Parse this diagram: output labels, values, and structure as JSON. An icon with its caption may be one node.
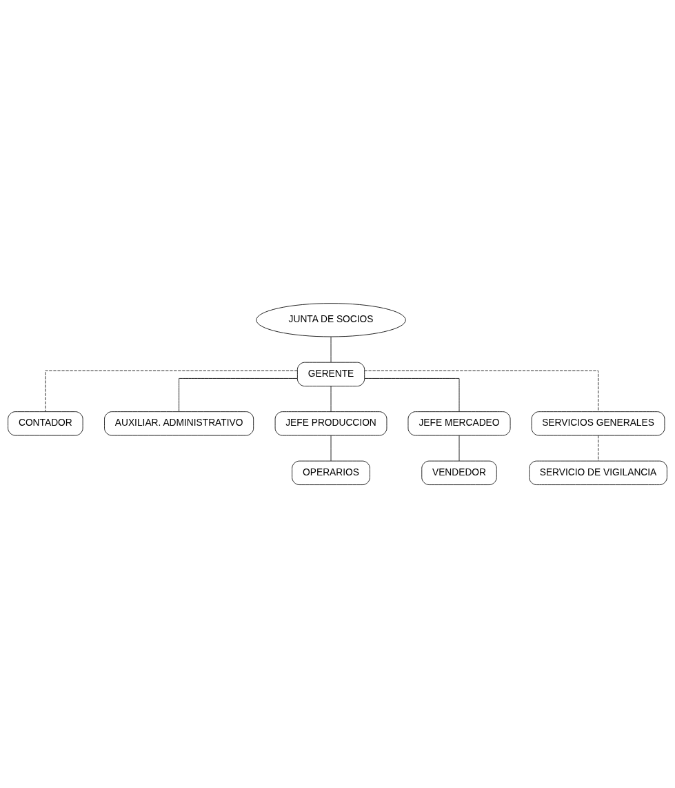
{
  "diagram": {
    "nodes": [
      {
        "text": [
          "JUNTA DE SOCIOS"
        ]
      },
      {
        "text": [
          "GERENTE"
        ]
      },
      {
        "text": [
          "CONTADOR"
        ]
      },
      {
        "text": [
          "AUXILIAR. ADMINISTRATIVO"
        ]
      },
      {
        "text": [
          "JEFE PRODUCCION"
        ]
      },
      {
        "text": [
          "JEFE MERCADEO"
        ]
      },
      {
        "text": [
          "SERVICIOS GENERALES"
        ]
      },
      {
        "text": [
          "OPERARIOS"
        ]
      },
      {
        "text": [
          "VENDEDOR"
        ]
      },
      {
        "text": [
          "SERVICIO DE VIGILANCIA"
        ]
      }
    ],
    "edges": [
      {
        "from": 0,
        "to": 1,
        "arrow": "none"
      },
      {
        "from": 1,
        "to": 2,
        "arrow": "none",
        "style": "dashed"
      },
      {
        "from": 1,
        "to": 3,
        "arrow": "none"
      },
      {
        "from": 1,
        "to": 4,
        "arrow": "none"
      },
      {
        "from": 1,
        "to": 5,
        "arrow": "none"
      },
      {
        "from": 1,
        "to": 6,
        "arrow": "none",
        "style": "dashed"
      },
      {
        "from": 4,
        "to": 7,
        "arrow": "none"
      },
      {
        "from": 5,
        "to": 8,
        "arrow": "none"
      },
      {
        "from": 6,
        "to": 9,
        "arrow": "none",
        "style": "dashed"
      }
    ]
  }
}
